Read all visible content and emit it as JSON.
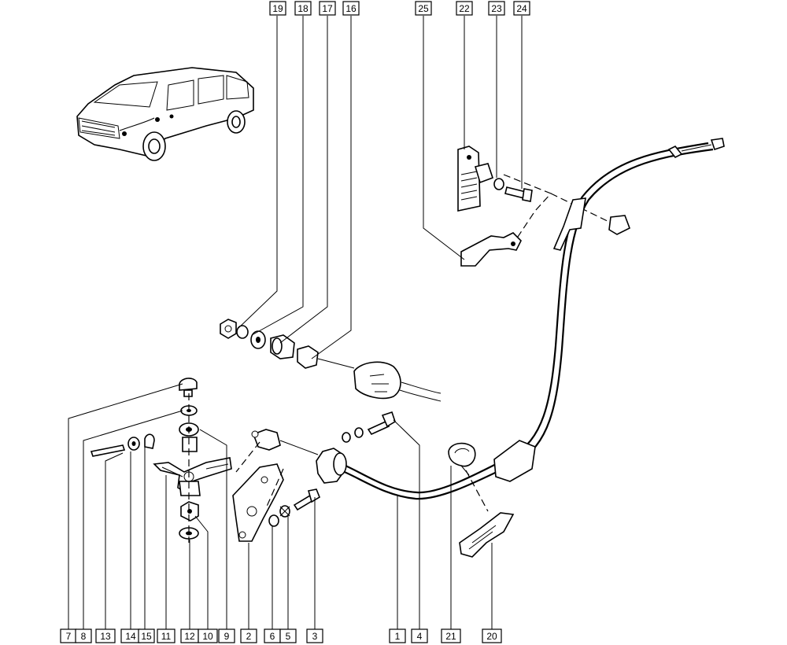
{
  "diagram": {
    "callouts_top": [
      {
        "id": "callout-19",
        "label": "19"
      },
      {
        "id": "callout-18",
        "label": "18"
      },
      {
        "id": "callout-17",
        "label": "17"
      },
      {
        "id": "callout-16",
        "label": "16"
      },
      {
        "id": "callout-25",
        "label": "25"
      },
      {
        "id": "callout-22",
        "label": "22"
      },
      {
        "id": "callout-23",
        "label": "23"
      },
      {
        "id": "callout-24",
        "label": "24"
      }
    ],
    "callouts_bottom": [
      {
        "id": "callout-7",
        "label": "7"
      },
      {
        "id": "callout-8",
        "label": "8"
      },
      {
        "id": "callout-13",
        "label": "13"
      },
      {
        "id": "callout-14",
        "label": "14"
      },
      {
        "id": "callout-15",
        "label": "15"
      },
      {
        "id": "callout-11",
        "label": "11"
      },
      {
        "id": "callout-12",
        "label": "12"
      },
      {
        "id": "callout-10",
        "label": "10"
      },
      {
        "id": "callout-9",
        "label": "9"
      },
      {
        "id": "callout-2",
        "label": "2"
      },
      {
        "id": "callout-6",
        "label": "6"
      },
      {
        "id": "callout-5",
        "label": "5"
      },
      {
        "id": "callout-3",
        "label": "3"
      },
      {
        "id": "callout-1",
        "label": "1"
      },
      {
        "id": "callout-4",
        "label": "4"
      },
      {
        "id": "callout-21",
        "label": "21"
      },
      {
        "id": "callout-20",
        "label": "20"
      }
    ]
  }
}
